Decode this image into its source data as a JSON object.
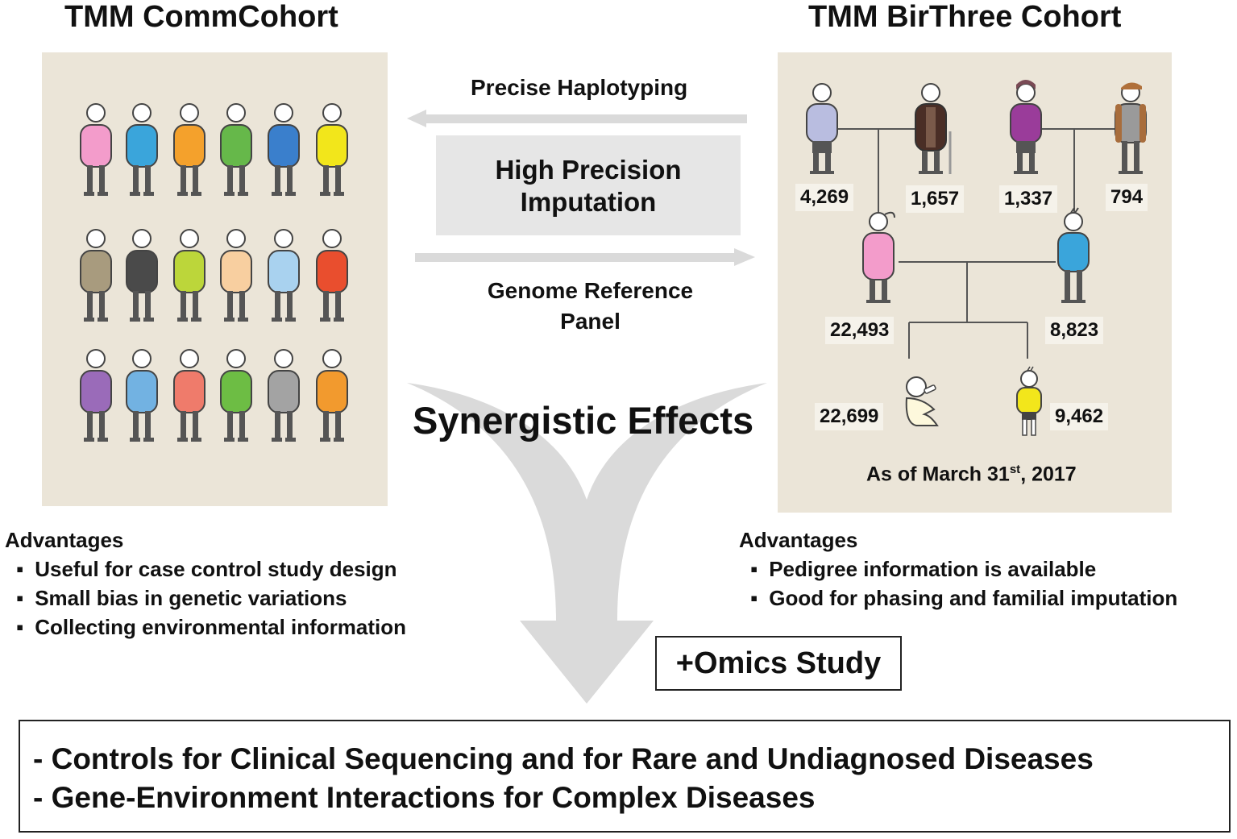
{
  "left_cohort": {
    "title": "TMM CommCohort",
    "advantages_title": "Advantages",
    "advantages": [
      "Useful for case control study design",
      "Small bias in genetic variations",
      "Collecting environmental information"
    ],
    "figure_colors": [
      [
        "#f39ccb",
        "#3aa5db",
        "#f4a12c",
        "#66b84a",
        "#3a7fcc",
        "#f2e61b"
      ],
      [
        "#a89b7e",
        "#4a4a4a",
        "#bcd63a",
        "#f8cfa0",
        "#a9d2ef",
        "#e94e2e"
      ],
      [
        "#9a6bb9",
        "#72b2e2",
        "#ef7b6b",
        "#6dbd44",
        "#a3a3a3",
        "#f29a2e"
      ]
    ]
  },
  "right_cohort": {
    "title": "TMM BirThree Cohort",
    "counts": {
      "grandfather_m": "4,269",
      "grandmother_m": "1,657",
      "grandmother_f": "1,337",
      "grandfather_f": "794",
      "mother": "22,493",
      "father": "8,823",
      "baby": "22,699",
      "child": "9,462"
    },
    "as_of_prefix": "As of March 31",
    "as_of_sup": "st",
    "as_of_suffix": ", 2017",
    "advantages_title": "Advantages",
    "advantages": [
      "Pedigree information is available",
      "Good for phasing and familial imputation"
    ]
  },
  "middle": {
    "top_arrow_label": "Precise Haplotyping",
    "box_line1": "High Precision",
    "box_line2": "Imputation",
    "bottom_arrow_line1": "Genome Reference",
    "bottom_arrow_line2": "Panel",
    "synergy_label": "Synergistic Effects",
    "omics_label": "+Omics Study"
  },
  "outcomes": [
    "- Controls for Clinical Sequencing and for Rare and Undiagnosed Diseases",
    "- Gene-Environment Interactions for Complex Diseases"
  ],
  "colors": {
    "panel_bg": "#ebe5d8",
    "arrow_gray": "#dadada",
    "box_gray": "#e6e6e6"
  }
}
